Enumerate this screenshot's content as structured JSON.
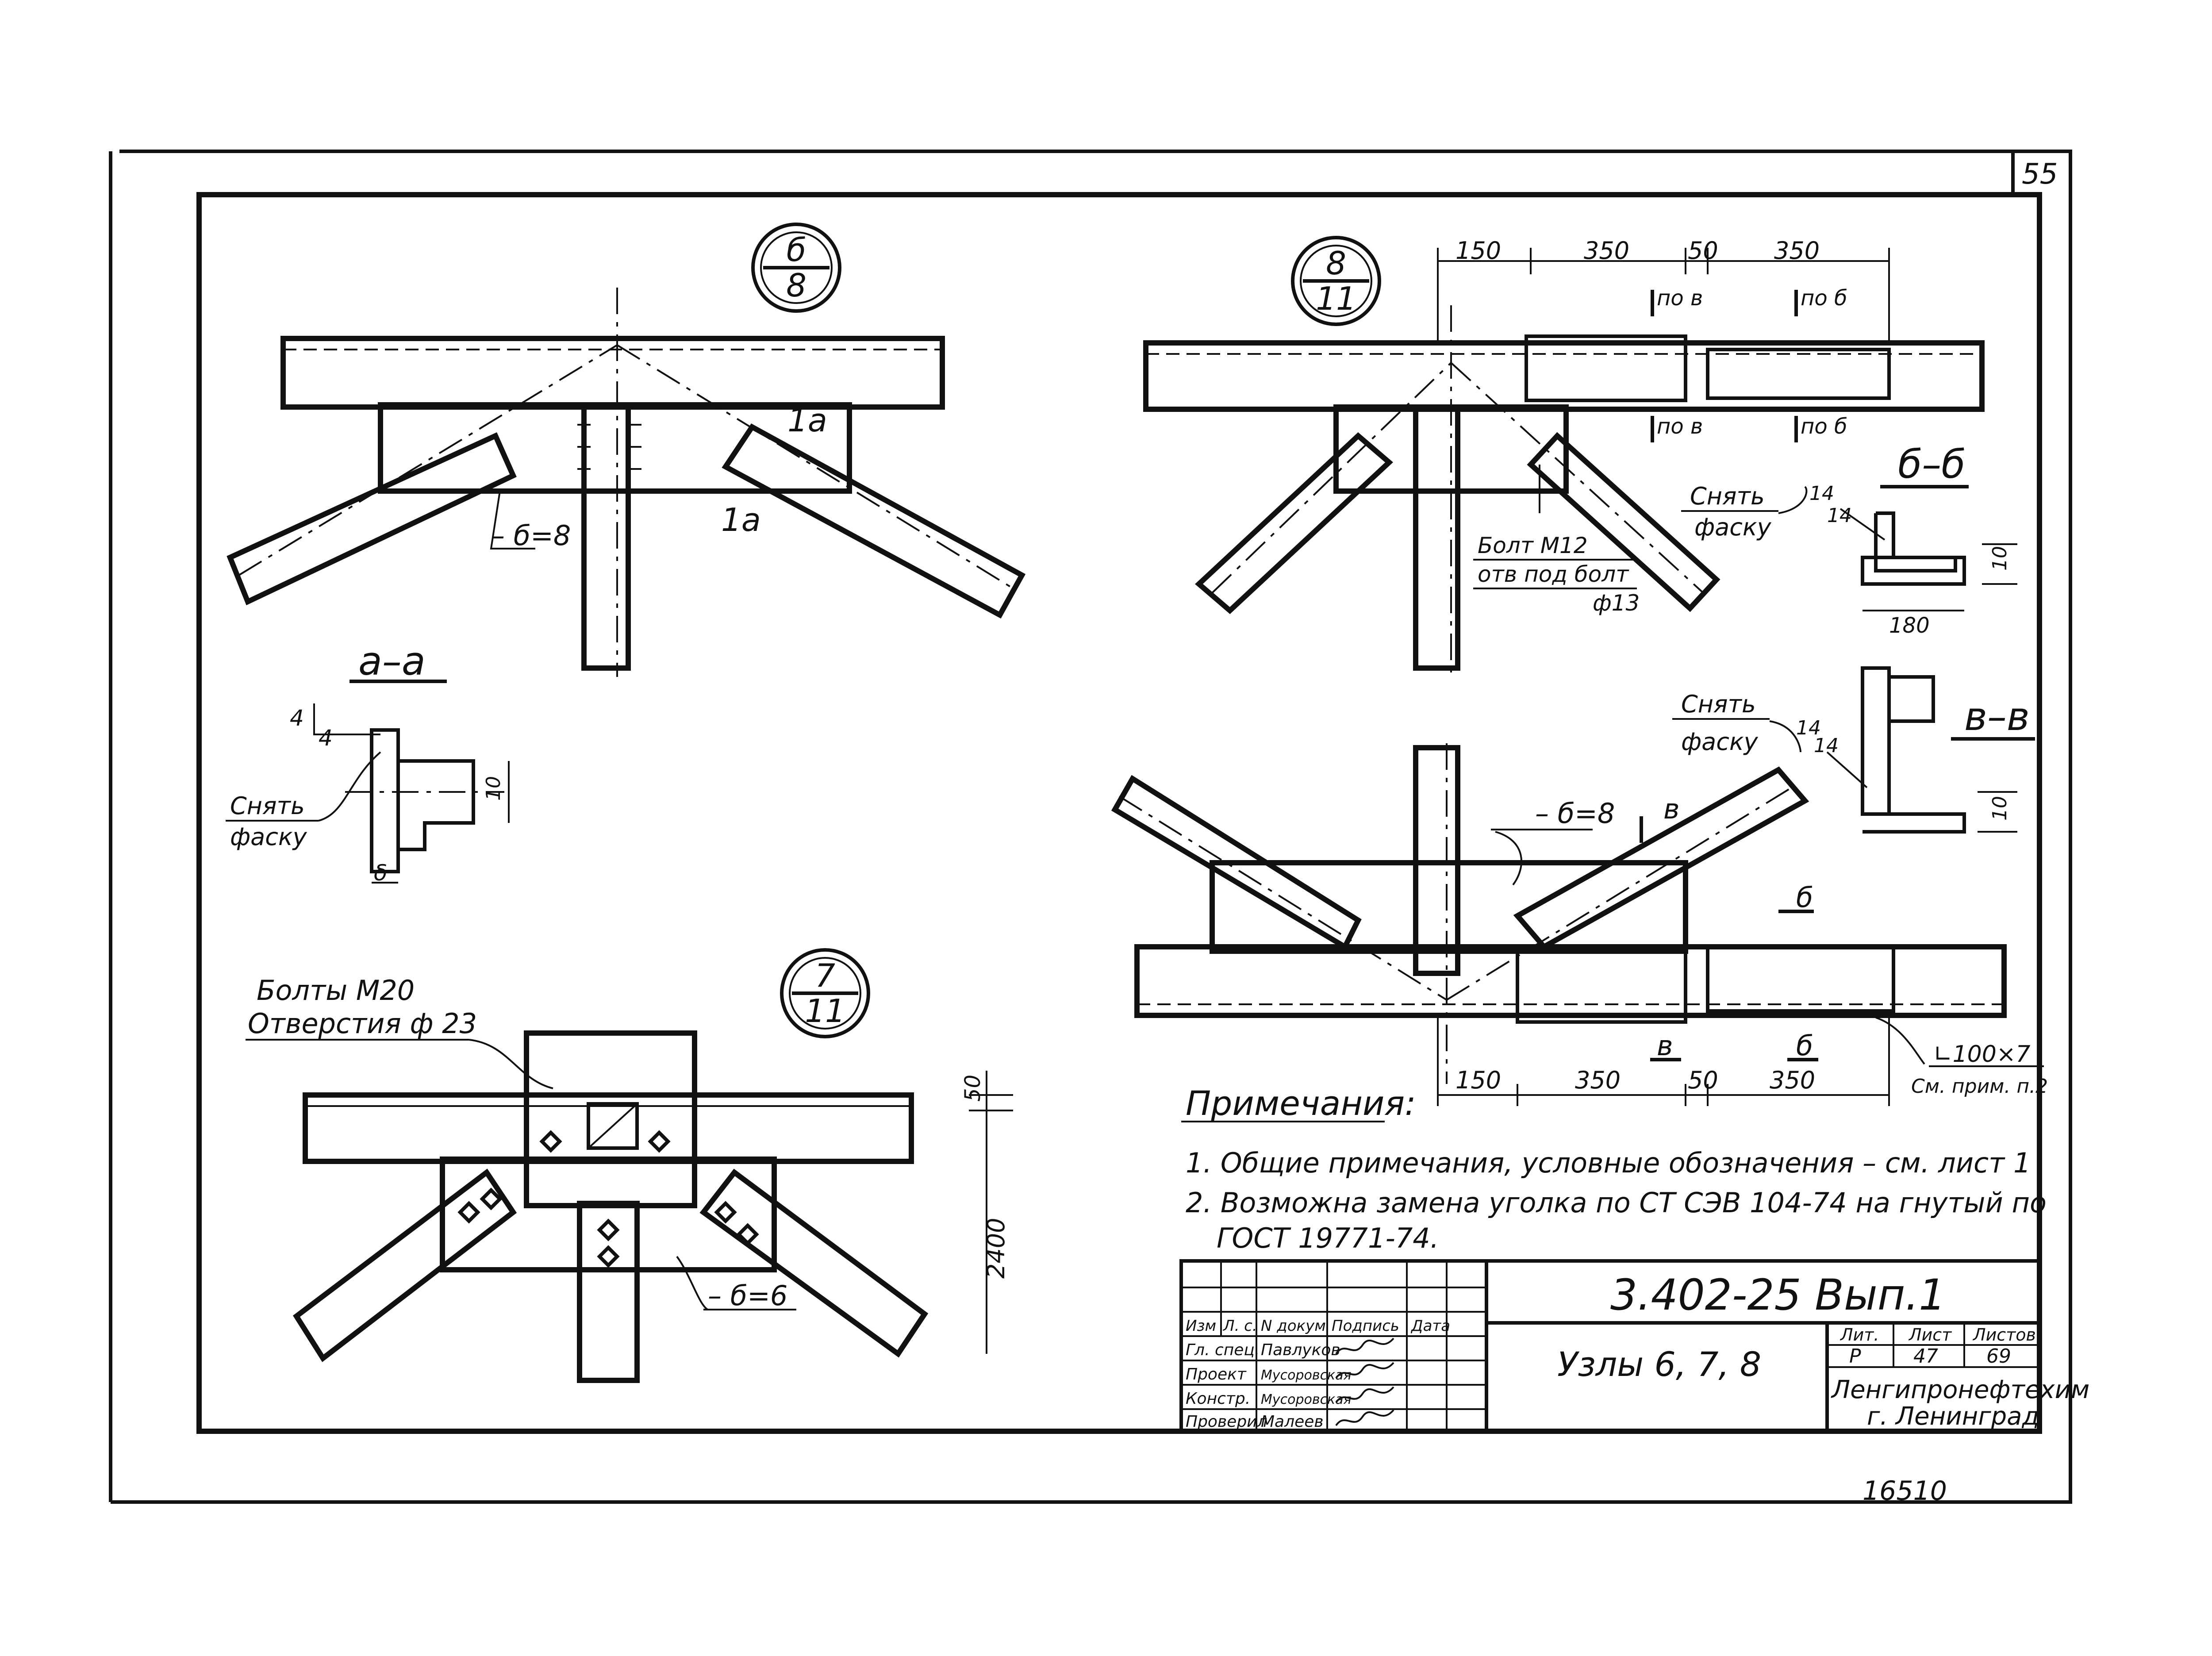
{
  "sheet": {
    "page_number": "55",
    "footer_code": "16510"
  },
  "node_b8": {
    "marker": {
      "top": "б",
      "bottom": "8"
    },
    "labels": {
      "section_1a_top": "1a",
      "section_1a_bottom": "1a",
      "plate": "– б=8"
    }
  },
  "section_aa": {
    "title": "а–а",
    "weld": "4",
    "weld2": "4",
    "note_line1": "Снять",
    "note_line2": "фаску",
    "dim_10": "10",
    "dim_delta": "δ"
  },
  "node_8_11": {
    "marker": {
      "top": "8",
      "bottom": "11"
    },
    "dims_top": [
      "150",
      "350",
      "50",
      "350"
    ],
    "dims_bottom": [
      "150",
      "350",
      "50",
      "350"
    ],
    "cut_labels": {
      "po_v_top": "по в",
      "po_b_top": "по б",
      "po_v_bot": "по в",
      "po_b_bot": "по б"
    },
    "bolt_line1": "Болт М12",
    "bolt_line2": "отв под болт",
    "bolt_line3": "ф13",
    "plate_label": "– б=8",
    "cut_v": "в",
    "cut_b": "б",
    "angle_label": "∟100×7",
    "angle_note": "См. прим. п.2"
  },
  "section_bb": {
    "title": "б–б",
    "note_line1": "Снять",
    "note_line2": "фаску",
    "weld": "14",
    "weld2": "14",
    "dim_180": "180",
    "dim_10": "10"
  },
  "section_vv": {
    "title": "в–в",
    "note_line1": "Снять",
    "note_line2": "фаску",
    "weld": "14",
    "weld2": "14",
    "dim_10": "10"
  },
  "node_7_11": {
    "marker": {
      "top": "7",
      "bottom": "11"
    },
    "bolts_line1": "Болты М20",
    "bolts_line2": "Отверстия ф 23",
    "plate_label": "– б=6",
    "dim_50": "50",
    "dim_2400": "2400"
  },
  "notes": {
    "title": "Примечания:",
    "items": [
      "1. Общие  примечания, условные обозначения – см. лист 1",
      "2. Возможна замена уголка по СТ СЭВ 104-74 на гнутый по",
      "ГОСТ  19771-74."
    ]
  },
  "title_block": {
    "code": "3.402-25  Вып.1",
    "title": "Узлы 6, 7, 8",
    "header": [
      "Изм",
      "Л. с.",
      "N докум",
      "Подпись",
      "Дата"
    ],
    "rows": [
      {
        "role": "Гл. спец.",
        "name": "Павлуков"
      },
      {
        "role": "Проект",
        "name": "Мусоровская"
      },
      {
        "role": "Констр.",
        "name": "Мусоровская"
      },
      {
        "role": "Проверил",
        "name": "Малеев"
      }
    ],
    "stage_headers": [
      "Лит.",
      "Лист",
      "Листов"
    ],
    "stage_values": [
      "Р",
      "47",
      "69"
    ],
    "org_line1": "Ленгипронефтехим",
    "org_line2": "г. Ленинград"
  }
}
